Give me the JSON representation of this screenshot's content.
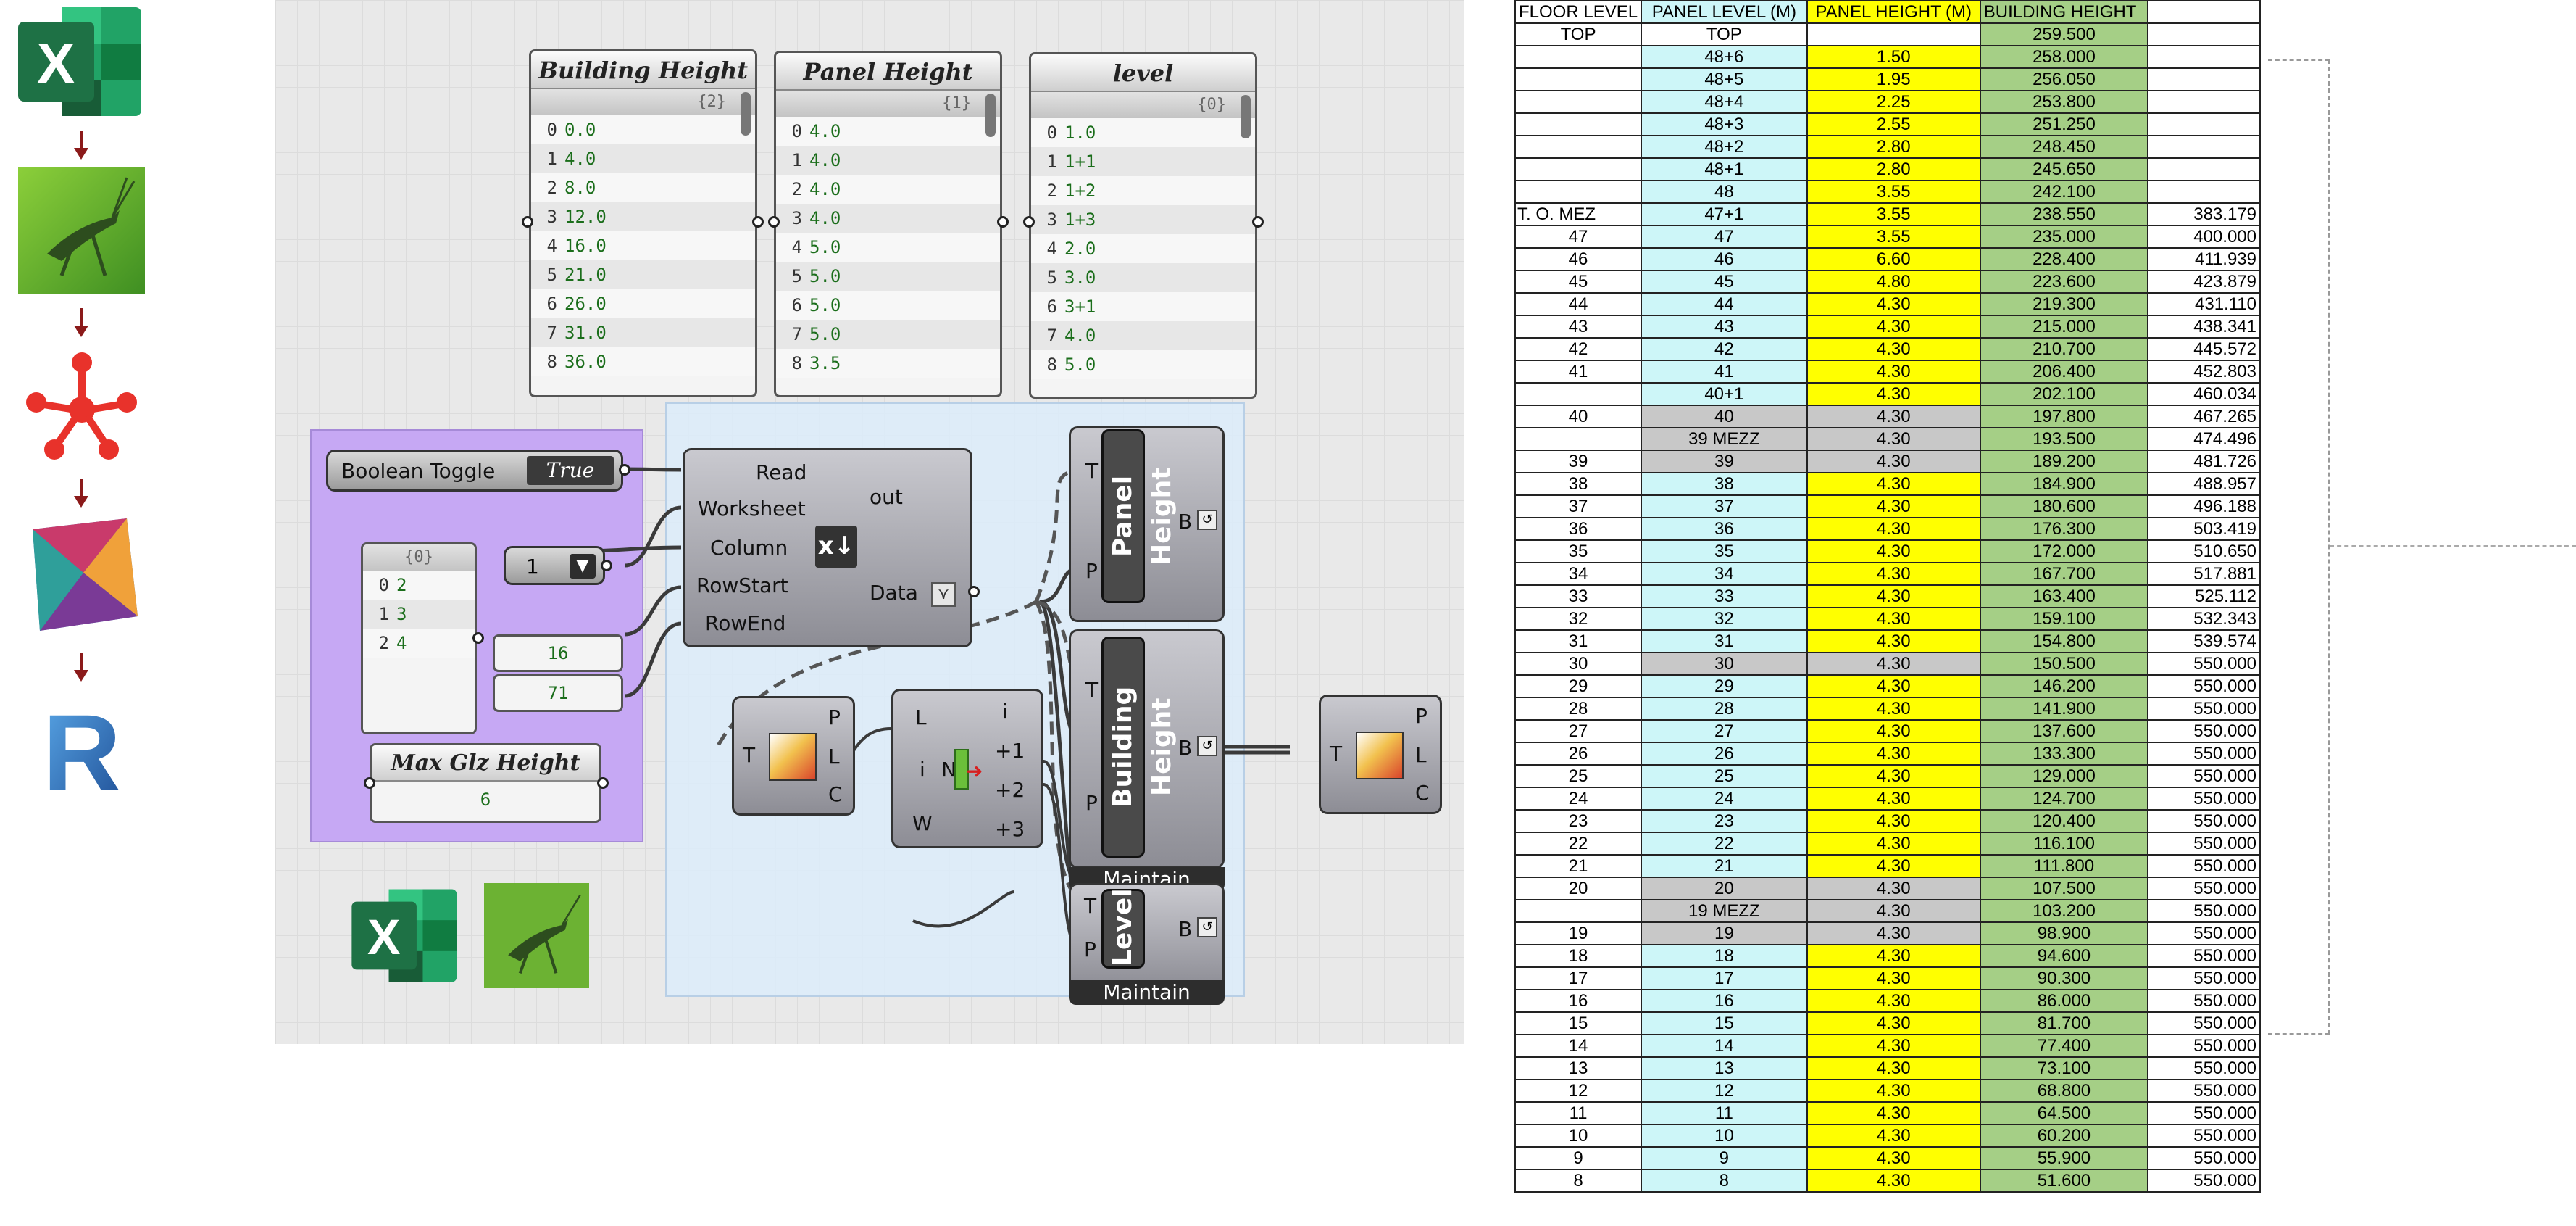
{
  "pipeline": {
    "icons": [
      "excel-icon",
      "grasshopper-icon",
      "flux-icon",
      "dynamo-icon",
      "revit-icon"
    ],
    "excel_letter": "X",
    "revit_letter": "R"
  },
  "panels": {
    "building_height": {
      "title": "Building Height",
      "path": "{2}",
      "rows": [
        [
          "0",
          "0.0"
        ],
        [
          "1",
          "4.0"
        ],
        [
          "2",
          "8.0"
        ],
        [
          "3",
          "12.0"
        ],
        [
          "4",
          "16.0"
        ],
        [
          "5",
          "21.0"
        ],
        [
          "6",
          "26.0"
        ],
        [
          "7",
          "31.0"
        ],
        [
          "8",
          "36.0"
        ]
      ]
    },
    "panel_height": {
      "title": "Panel Height",
      "path": "{1}",
      "rows": [
        [
          "0",
          "4.0"
        ],
        [
          "1",
          "4.0"
        ],
        [
          "2",
          "4.0"
        ],
        [
          "3",
          "4.0"
        ],
        [
          "4",
          "5.0"
        ],
        [
          "5",
          "5.0"
        ],
        [
          "6",
          "5.0"
        ],
        [
          "7",
          "5.0"
        ],
        [
          "8",
          "3.5"
        ]
      ]
    },
    "level": {
      "title": "level",
      "path": "{0}",
      "rows": [
        [
          "0",
          "1.0"
        ],
        [
          "1",
          "1+1"
        ],
        [
          "2",
          "1+2"
        ],
        [
          "3",
          "1+3"
        ],
        [
          "4",
          "2.0"
        ],
        [
          "5",
          "3.0"
        ],
        [
          "6",
          "3+1"
        ],
        [
          "7",
          "4.0"
        ],
        [
          "8",
          "5.0"
        ]
      ]
    },
    "columns_list": {
      "path": "{0}",
      "rows": [
        [
          "0",
          "2"
        ],
        [
          "1",
          "3"
        ],
        [
          "2",
          "4"
        ]
      ]
    }
  },
  "components": {
    "boolean_toggle": {
      "label": "Boolean Toggle",
      "value": "True"
    },
    "value_list": {
      "value": "1"
    },
    "row_start": "16",
    "row_end": "71",
    "max_glz": {
      "title": "Max Glz Height",
      "value": "6"
    },
    "read_excel": {
      "inputs": [
        "Read",
        "Worksheet",
        "Column",
        "RowStart",
        "RowEnd"
      ],
      "outputs": [
        "out",
        "Data"
      ]
    },
    "tree_split_a": {
      "inputs": [
        "T"
      ],
      "outputs": [
        "P",
        "L",
        "C"
      ]
    },
    "series": {
      "inputs": [
        "L",
        "i",
        "W"
      ],
      "outputs": [
        "i",
        "+1",
        "+2",
        "+3"
      ],
      "mid": "N"
    },
    "out_panel_height": {
      "label": "Panel Height",
      "inputs": [
        "T",
        "P"
      ],
      "output": "B"
    },
    "out_building_height": {
      "label": "Building Height",
      "inputs": [
        "T",
        "P"
      ],
      "output": "B",
      "footer": "Maintain"
    },
    "out_level": {
      "label": "Level",
      "inputs": [
        "T",
        "P"
      ],
      "output": "B",
      "footer": "Maintain"
    },
    "tree_split_b": {
      "inputs": [
        "T"
      ],
      "outputs": [
        "P",
        "L",
        "C"
      ]
    }
  },
  "sheet": {
    "headers": [
      "FLOOR LEVEL",
      "PANEL LEVEL (M)",
      "PANEL HEIGHT (M)",
      "BUILDING HEIGHT",
      ""
    ],
    "rows": [
      [
        "TOP",
        "TOP",
        "",
        "259.500",
        "",
        "w"
      ],
      [
        "",
        "48+6",
        "1.50",
        "258.000",
        "",
        "c"
      ],
      [
        "",
        "48+5",
        "1.95",
        "256.050",
        "",
        "c"
      ],
      [
        "",
        "48+4",
        "2.25",
        "253.800",
        "",
        "c"
      ],
      [
        "",
        "48+3",
        "2.55",
        "251.250",
        "",
        "c"
      ],
      [
        "",
        "48+2",
        "2.80",
        "248.450",
        "",
        "c"
      ],
      [
        "",
        "48+1",
        "2.80",
        "245.650",
        "",
        "c"
      ],
      [
        "",
        "48",
        "3.55",
        "242.100",
        "",
        "c"
      ],
      [
        "T. O. MEZ",
        "47+1",
        "3.55",
        "238.550",
        "383.179",
        "c"
      ],
      [
        "47",
        "47",
        "3.55",
        "235.000",
        "400.000",
        "c"
      ],
      [
        "46",
        "46",
        "6.60",
        "228.400",
        "411.939",
        "c"
      ],
      [
        "45",
        "45",
        "4.80",
        "223.600",
        "423.879",
        "c"
      ],
      [
        "44",
        "44",
        "4.30",
        "219.300",
        "431.110",
        "c"
      ],
      [
        "43",
        "43",
        "4.30",
        "215.000",
        "438.341",
        "c"
      ],
      [
        "42",
        "42",
        "4.30",
        "210.700",
        "445.572",
        "c"
      ],
      [
        "41",
        "41",
        "4.30",
        "206.400",
        "452.803",
        "c"
      ],
      [
        "",
        "40+1",
        "4.30",
        "202.100",
        "460.034",
        "c"
      ],
      [
        "40",
        "40",
        "4.30",
        "197.800",
        "467.265",
        "g"
      ],
      [
        "",
        "39 MEZZ",
        "4.30",
        "193.500",
        "474.496",
        "g"
      ],
      [
        "39",
        "39",
        "4.30",
        "189.200",
        "481.726",
        "g"
      ],
      [
        "38",
        "38",
        "4.30",
        "184.900",
        "488.957",
        "c"
      ],
      [
        "37",
        "37",
        "4.30",
        "180.600",
        "496.188",
        "c"
      ],
      [
        "36",
        "36",
        "4.30",
        "176.300",
        "503.419",
        "c"
      ],
      [
        "35",
        "35",
        "4.30",
        "172.000",
        "510.650",
        "c"
      ],
      [
        "34",
        "34",
        "4.30",
        "167.700",
        "517.881",
        "c"
      ],
      [
        "33",
        "33",
        "4.30",
        "163.400",
        "525.112",
        "c"
      ],
      [
        "32",
        "32",
        "4.30",
        "159.100",
        "532.343",
        "c"
      ],
      [
        "31",
        "31",
        "4.30",
        "154.800",
        "539.574",
        "c"
      ],
      [
        "30",
        "30",
        "4.30",
        "150.500",
        "550.000",
        "g"
      ],
      [
        "29",
        "29",
        "4.30",
        "146.200",
        "550.000",
        "c"
      ],
      [
        "28",
        "28",
        "4.30",
        "141.900",
        "550.000",
        "c"
      ],
      [
        "27",
        "27",
        "4.30",
        "137.600",
        "550.000",
        "c"
      ],
      [
        "26",
        "26",
        "4.30",
        "133.300",
        "550.000",
        "c"
      ],
      [
        "25",
        "25",
        "4.30",
        "129.000",
        "550.000",
        "c"
      ],
      [
        "24",
        "24",
        "4.30",
        "124.700",
        "550.000",
        "c"
      ],
      [
        "23",
        "23",
        "4.30",
        "120.400",
        "550.000",
        "c"
      ],
      [
        "22",
        "22",
        "4.30",
        "116.100",
        "550.000",
        "c"
      ],
      [
        "21",
        "21",
        "4.30",
        "111.800",
        "550.000",
        "c"
      ],
      [
        "20",
        "20",
        "4.30",
        "107.500",
        "550.000",
        "g"
      ],
      [
        "",
        "19 MEZZ",
        "4.30",
        "103.200",
        "550.000",
        "g"
      ],
      [
        "19",
        "19",
        "4.30",
        "98.900",
        "550.000",
        "g"
      ],
      [
        "18",
        "18",
        "4.30",
        "94.600",
        "550.000",
        "c"
      ],
      [
        "17",
        "17",
        "4.30",
        "90.300",
        "550.000",
        "c"
      ],
      [
        "16",
        "16",
        "4.30",
        "86.000",
        "550.000",
        "c"
      ],
      [
        "15",
        "15",
        "4.30",
        "81.700",
        "550.000",
        "c"
      ],
      [
        "14",
        "14",
        "4.30",
        "77.400",
        "550.000",
        "c"
      ],
      [
        "13",
        "13",
        "4.30",
        "73.100",
        "550.000",
        "c"
      ],
      [
        "12",
        "12",
        "4.30",
        "68.800",
        "550.000",
        "c"
      ],
      [
        "11",
        "11",
        "4.30",
        "64.500",
        "550.000",
        "c"
      ],
      [
        "10",
        "10",
        "4.30",
        "60.200",
        "550.000",
        "c"
      ],
      [
        "9",
        "9",
        "4.30",
        "55.900",
        "550.000",
        "c"
      ],
      [
        "8",
        "8",
        "4.30",
        "51.600",
        "550.000",
        "c"
      ]
    ]
  },
  "colors": {
    "cyan": "#cdf6f8",
    "yellow": "#ffff00",
    "green": "#a5cf86",
    "gray": "#c8c8c8",
    "excel_green": "#1e7145",
    "grasshopper_green": "#5aa32b",
    "flux_red": "#e8322b",
    "revit_blue": "#1f64b4",
    "group_purple": "#c6a8f4"
  }
}
